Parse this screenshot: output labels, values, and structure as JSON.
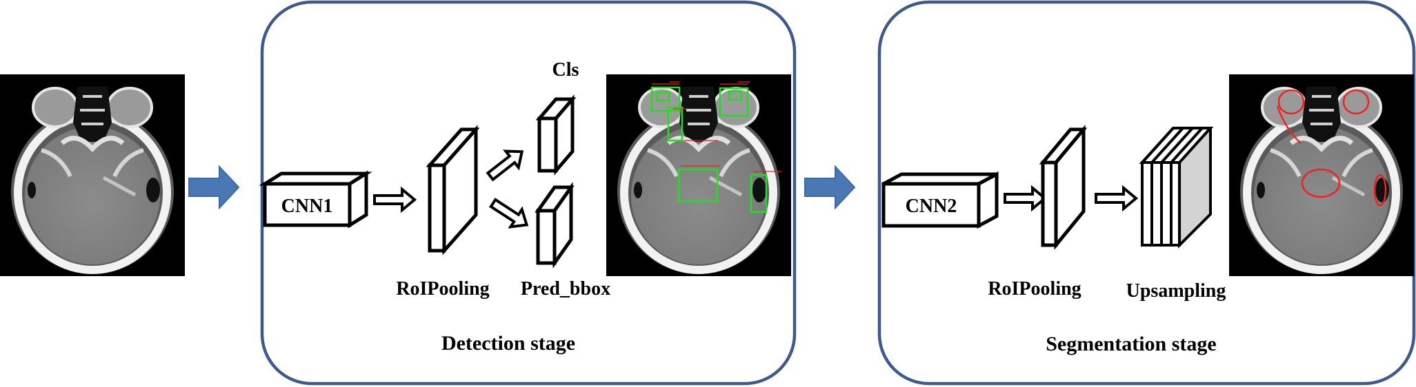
{
  "labels": {
    "cnn1": "CNN1",
    "cls": "Cls",
    "roipooling_1": "RoIPooling",
    "pred_bbox": "Pred_bbox",
    "detection_stage": "Detection stage",
    "cnn2": "CNN2",
    "roipooling_2": "RoIPooling",
    "upsampling": "Upsampling",
    "segmentation_stage": "Segmentation stage"
  },
  "colors": {
    "panel_border": "#3d5a8a",
    "flow_arrow_fill": "#4a78b4",
    "flow_arrow_stroke": "#3a6aa6",
    "bbox_green": "#22dd22",
    "contour_red": "#ee2222",
    "block_fill": "#ffffff",
    "upsample_back_fill": "#d3d3d3"
  },
  "icons": {
    "flow_arrow": "block-right-arrow",
    "small_arrow": "hollow-right-arrow",
    "ct_scan": "axial-head-ct-slice"
  }
}
